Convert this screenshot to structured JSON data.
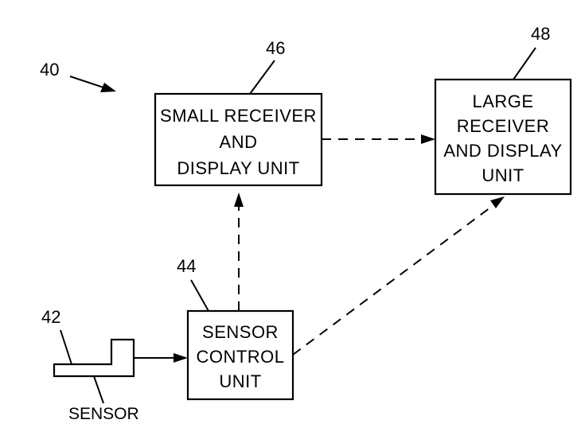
{
  "figure_ref": "40",
  "blocks": {
    "sensor_control": {
      "ref": "44",
      "lines": [
        "SENSOR",
        "CONTROL",
        "UNIT"
      ]
    },
    "small_display": {
      "ref": "46",
      "lines": [
        "SMALL RECEIVER",
        "AND",
        "DISPLAY UNIT"
      ]
    },
    "large_display": {
      "ref": "48",
      "lines": [
        "LARGE",
        "RECEIVER",
        "AND DISPLAY",
        "UNIT"
      ]
    }
  },
  "sensor": {
    "ref": "42",
    "caption": "SENSOR"
  },
  "connections": [
    {
      "from": "sensor",
      "to": "sensor_control",
      "style": "solid"
    },
    {
      "from": "sensor_control",
      "to": "small_display",
      "style": "dashed"
    },
    {
      "from": "small_display",
      "to": "large_display",
      "style": "dashed"
    },
    {
      "from": "sensor_control",
      "to": "large_display",
      "style": "dashed"
    }
  ]
}
